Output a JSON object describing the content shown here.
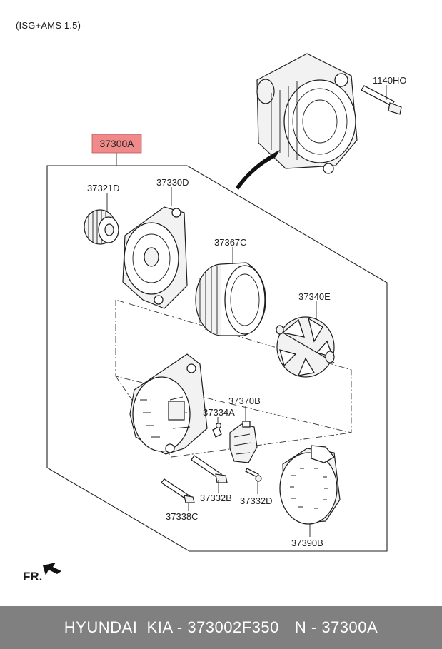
{
  "variant_note": "(ISG+AMS 1.5)",
  "direction_label": "FR.",
  "assembly": {
    "code": "37300A",
    "highlight_color": "#f08a8a"
  },
  "parts": [
    {
      "code": "1140HO",
      "name_icon": "bolt-icon"
    },
    {
      "code": "37321D",
      "name_icon": "pulley-icon"
    },
    {
      "code": "37330D",
      "name_icon": "front-bracket-icon"
    },
    {
      "code": "37367C",
      "name_icon": "stator-icon"
    },
    {
      "code": "37340E",
      "name_icon": "rotor-icon"
    },
    {
      "code": "37334A",
      "name_icon": "screw-icon"
    },
    {
      "code": "37370B",
      "name_icon": "regulator-icon"
    },
    {
      "code": "37332B",
      "name_icon": "long-bolt-icon"
    },
    {
      "code": "37332D",
      "name_icon": "screw-icon"
    },
    {
      "code": "37338C",
      "name_icon": "through-bolt-icon"
    },
    {
      "code": "37390B",
      "name_icon": "rear-cover-icon"
    }
  ],
  "footer": {
    "brand": "HYUNDAI  KIA - 373002F350",
    "ref": "N - 37300A"
  },
  "colors": {
    "footer_bg": "#808080",
    "footer_text": "#ffffff"
  }
}
